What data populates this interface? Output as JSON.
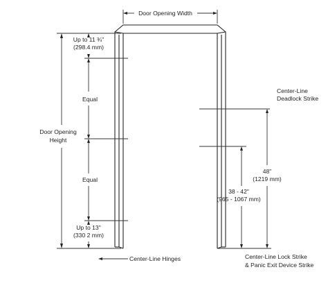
{
  "labels": {
    "door_opening_width": "Door Opening Width",
    "up_to_top": "Up to 11 ¾\"",
    "up_to_top_mm": "(298.4 mm)",
    "equal_upper": "Equal",
    "equal_lower": "Equal",
    "door_opening_height_1": "Door Opening",
    "door_opening_height_2": "Height",
    "up_to_bottom": "Up to 13\"",
    "up_to_bottom_mm": "(330 2 mm)",
    "center_line_hinges": "Center-Line Hinges",
    "deadlock_1": "Center-Line",
    "deadlock_2": "Deadlock Strike",
    "dim_48": "48\"",
    "dim_48_mm": "(1219 mm)",
    "dim_38_42": "38 - 42\"",
    "dim_38_42_mm": "(965 - 1067 mm)",
    "lock_strike_1": "Center-Line Lock Strike",
    "lock_strike_2": "& Panic Exit Device Strike"
  },
  "colors": {
    "line": "#333333",
    "text": "#222222"
  }
}
